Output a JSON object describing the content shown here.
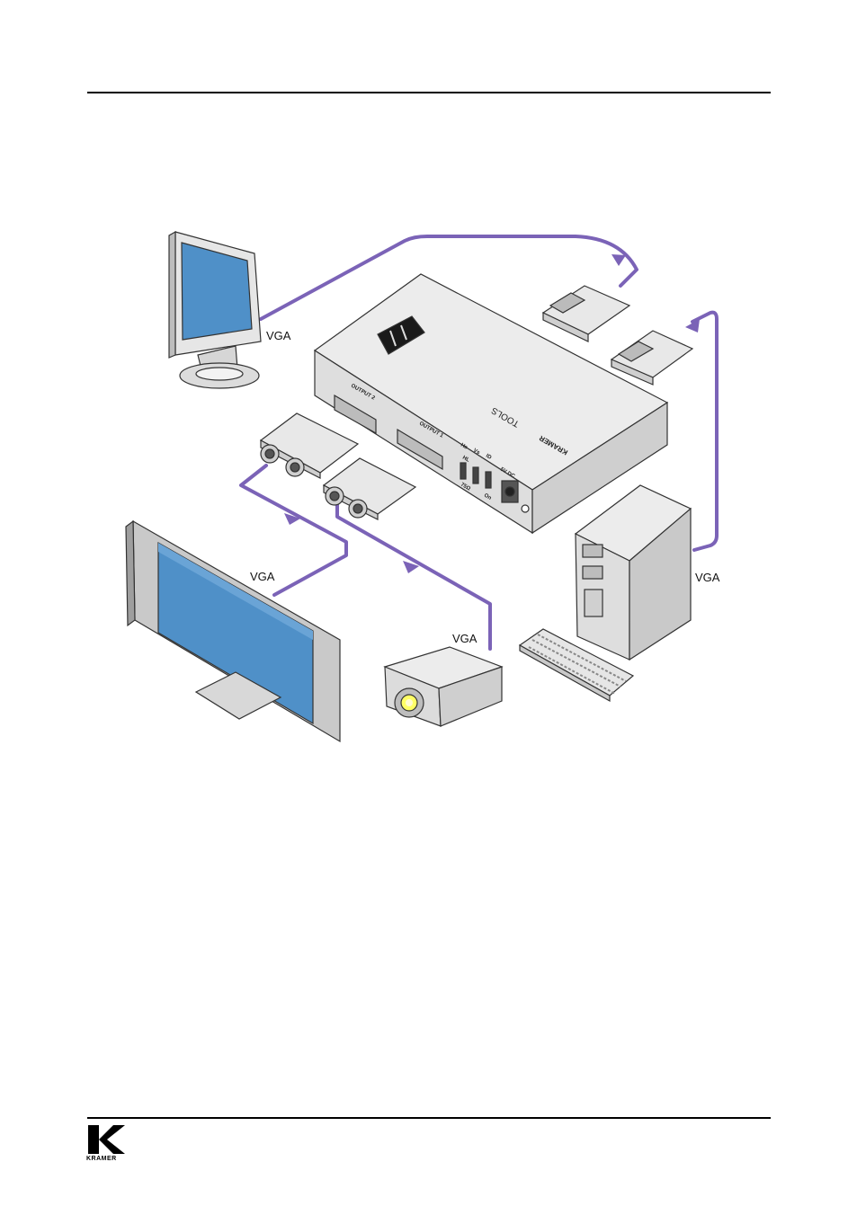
{
  "diagram": {
    "labels": {
      "vga_monitor": "VGA",
      "vga_plasma": "VGA",
      "vga_projector": "VGA",
      "vga_pc": "VGA"
    },
    "device": {
      "output_2": "OUTPUT 2",
      "output_1": "OUTPUT 1",
      "brand_text": "KRAMER",
      "tools_text": "TOOLS",
      "power_label": "5V DC",
      "switch_labels": [
        "Hs",
        "Vs",
        "ID",
        "HL",
        "75Ω",
        "On"
      ]
    },
    "colors": {
      "cable": "#7b63b7",
      "device_body": "#e4e4e4",
      "screen": "#4f90c8"
    }
  },
  "footer": {
    "logo_text": "KRAMER"
  }
}
